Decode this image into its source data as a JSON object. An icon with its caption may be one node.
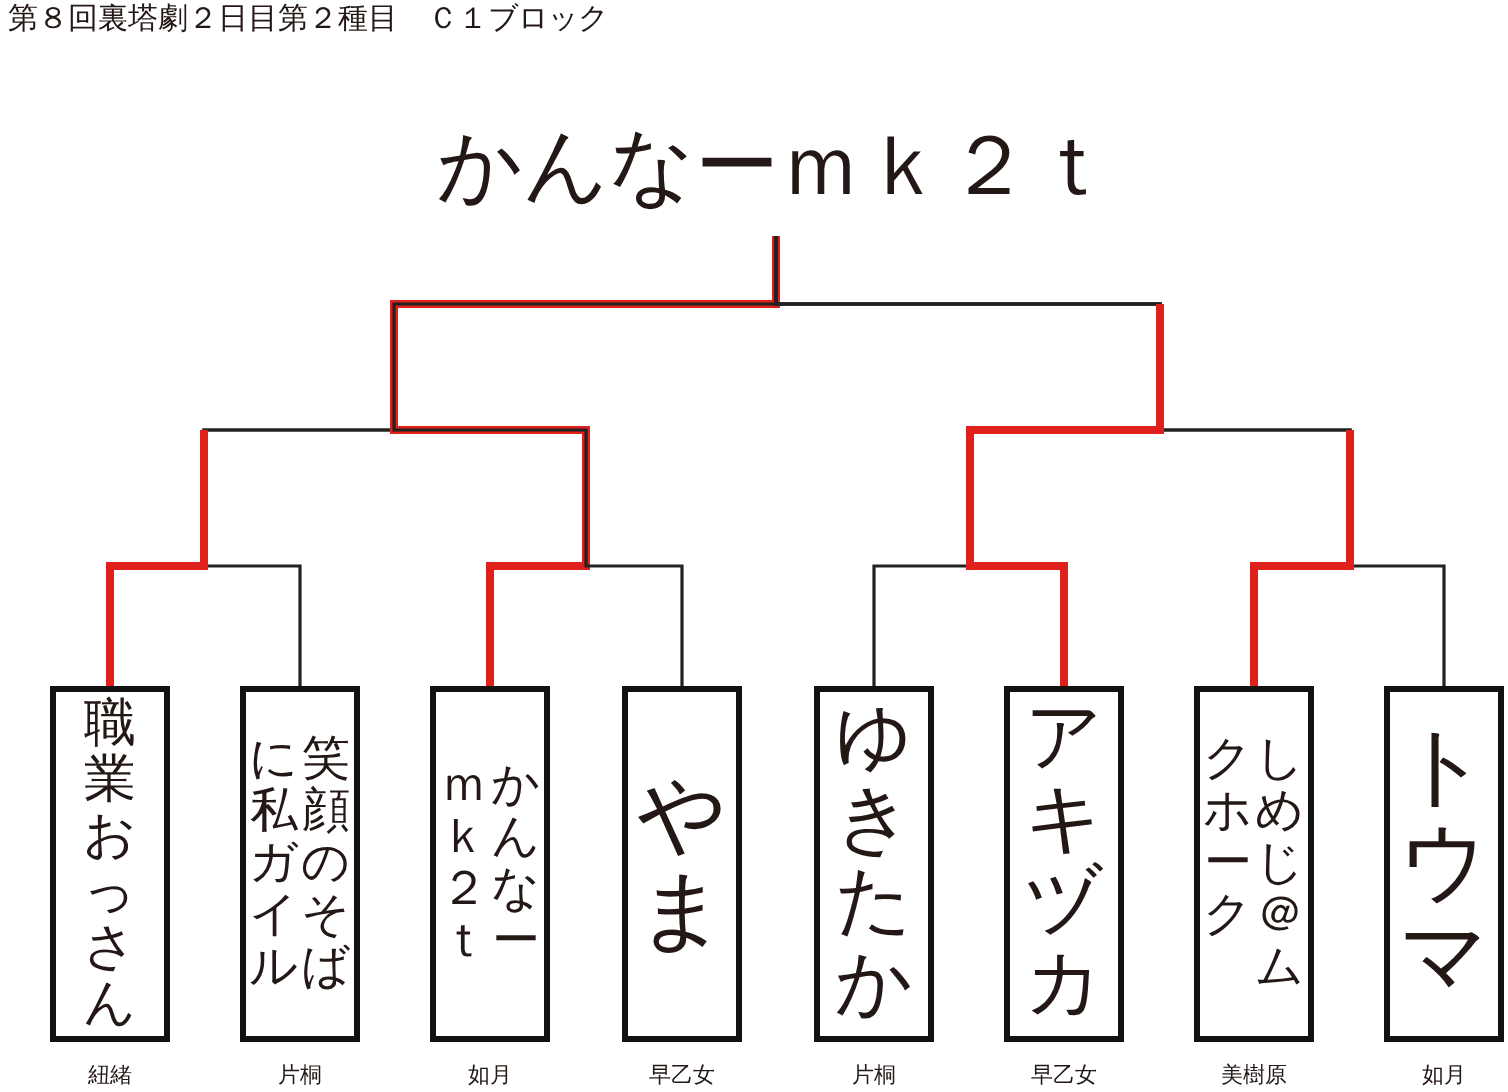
{
  "diagram": {
    "title": "第８回裏塔劇２日目第２種目　Ｃ１ブロック",
    "nodes": [
      {
        "text": [
          "かんなーｍｋ２ｔ"
        ]
      },
      {
        "text": [
          "職業おっさん"
        ],
        "beside": [
          "紐緒"
        ]
      },
      {
        "text": [
          "笑顔のそばに私ガイル"
        ],
        "beside": [
          "片桐"
        ]
      },
      {
        "text": [
          "かんなーｍｋ２ｔ"
        ],
        "beside": [
          "如月"
        ]
      },
      {
        "text": [
          "やま"
        ],
        "beside": [
          "早乙女"
        ]
      },
      {
        "text": [
          "ゆきたか"
        ],
        "beside": [
          "片桐"
        ]
      },
      {
        "text": [
          "アキヅカ"
        ],
        "beside": [
          "早乙女"
        ]
      },
      {
        "text": [
          "しめじ＠ムクホーク"
        ],
        "beside": [
          "美樹原"
        ]
      },
      {
        "text": [
          "トウマ"
        ],
        "beside": [
          "如月"
        ]
      }
    ],
    "edges": [
      {
        "from": 1,
        "to": 0,
        "arrow": "none"
      },
      {
        "from": 2,
        "to": 0,
        "arrow": "none"
      },
      {
        "from": 3,
        "to": 0,
        "arrow": "none",
        "style": "thick",
        "color": "#e0201c"
      },
      {
        "from": 4,
        "to": 0,
        "arrow": "none"
      },
      {
        "from": 5,
        "to": 0,
        "arrow": "none"
      },
      {
        "from": 6,
        "to": 0,
        "arrow": "none"
      },
      {
        "from": 7,
        "to": 0,
        "arrow": "none"
      },
      {
        "from": 8,
        "to": 0,
        "arrow": "none"
      }
    ]
  }
}
